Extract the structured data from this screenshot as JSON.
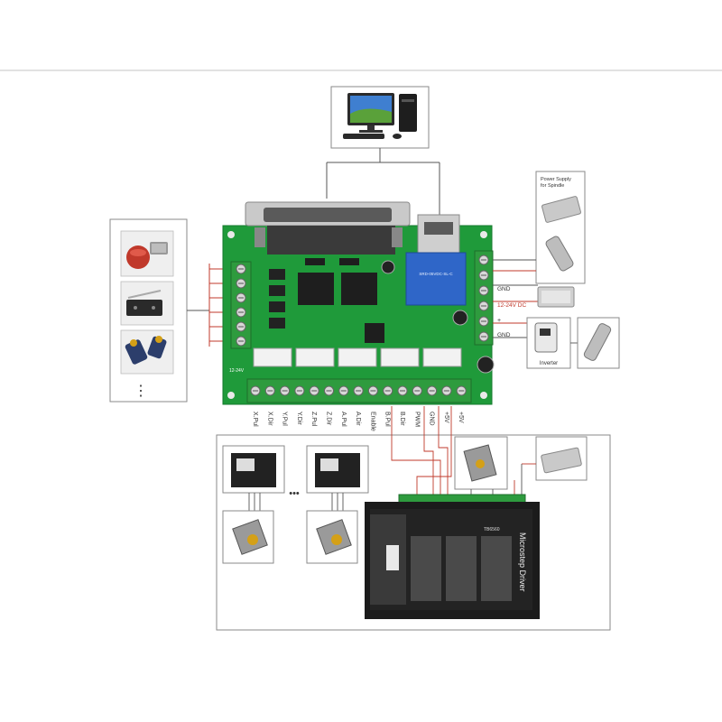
{
  "board": {
    "terminal_labels": [
      "X.Pul",
      "X.Dir",
      "Y.Pul",
      "Y.Dir",
      "Z.Pul",
      "Z.Dir",
      "A.Pul",
      "A.Dir",
      "Enable",
      "B.Pul",
      "B.Dir",
      "PWM",
      "GND",
      "+5V",
      "+5V"
    ],
    "relay_label": "SRD-05VDC-SL-C",
    "pcb_text": "12-24V"
  },
  "peripherals": {
    "power_supply_spindle": "Power Supply for Spindle",
    "gnd_top": "GND",
    "dc_supply": "12-24V DC",
    "plus_marker": "+",
    "gnd_bottom": "GND",
    "inverter": "Inverter",
    "more_inputs": "⋮",
    "more_drivers": "•••"
  },
  "driver": {
    "title": "Microstep Driver",
    "model": "TB6560"
  },
  "colors": {
    "pcb": "#1f9a3a",
    "terminal": "#2e9b3e",
    "wire_red": "#c0392b",
    "wire_dark": "#333333",
    "driver_body": "#1b1b1b"
  }
}
